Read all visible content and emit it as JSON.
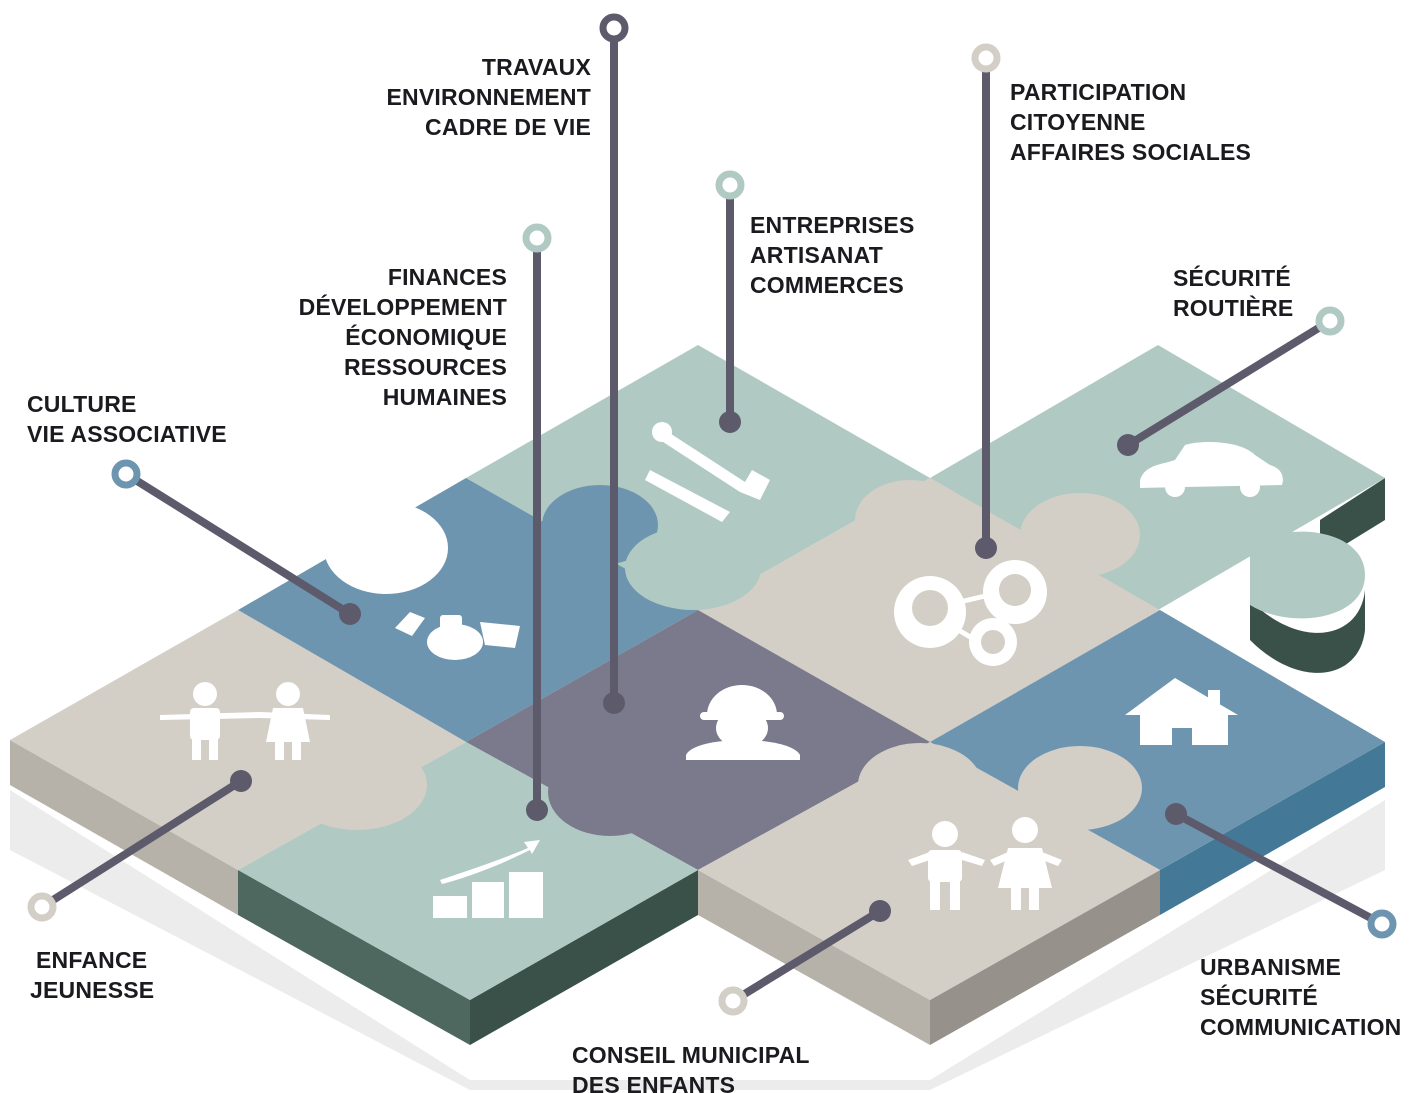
{
  "labels": {
    "travaux": [
      "TRAVAUX",
      "ENVIRONNEMENT",
      "CADRE DE VIE"
    ],
    "participation": [
      "PARTICIPATION",
      "CITOYENNE",
      "AFFAIRES SOCIALES"
    ],
    "entreprises": [
      "ENTREPRISES",
      "ARTISANAT",
      "COMMERCES"
    ],
    "finances": [
      "FINANCES",
      "DÉVELOPPEMENT",
      "ÉCONOMIQUE",
      "RESSOURCES",
      "HUMAINES"
    ],
    "securite_routiere": [
      "SÉCURITÉ",
      "ROUTIÈRE"
    ],
    "culture": [
      "CULTURE",
      "VIE ASSOCIATIVE"
    ],
    "enfance": [
      "ENFANCE",
      "JEUNESSE"
    ],
    "urbanisme": [
      "URBANISME",
      "SÉCURITÉ",
      "COMMUNICATION"
    ],
    "conseil": [
      "CONSEIL MUNICIPAL",
      "DES ENFANTS"
    ]
  },
  "icons": {
    "center": "worker-icon",
    "tools": "tools-icon",
    "car": "car-icon",
    "people": "people-network-icon",
    "culture": "arts-icon",
    "children": "children-icon",
    "growth": "growth-chart-icon",
    "house": "house-icon",
    "family": "family-icon"
  },
  "colors": {
    "teal": "#b0cac3",
    "blue": "#6e95b0",
    "beige": "#d3cec6",
    "center": "#7a7a8c",
    "line": "#5c5a6b"
  }
}
